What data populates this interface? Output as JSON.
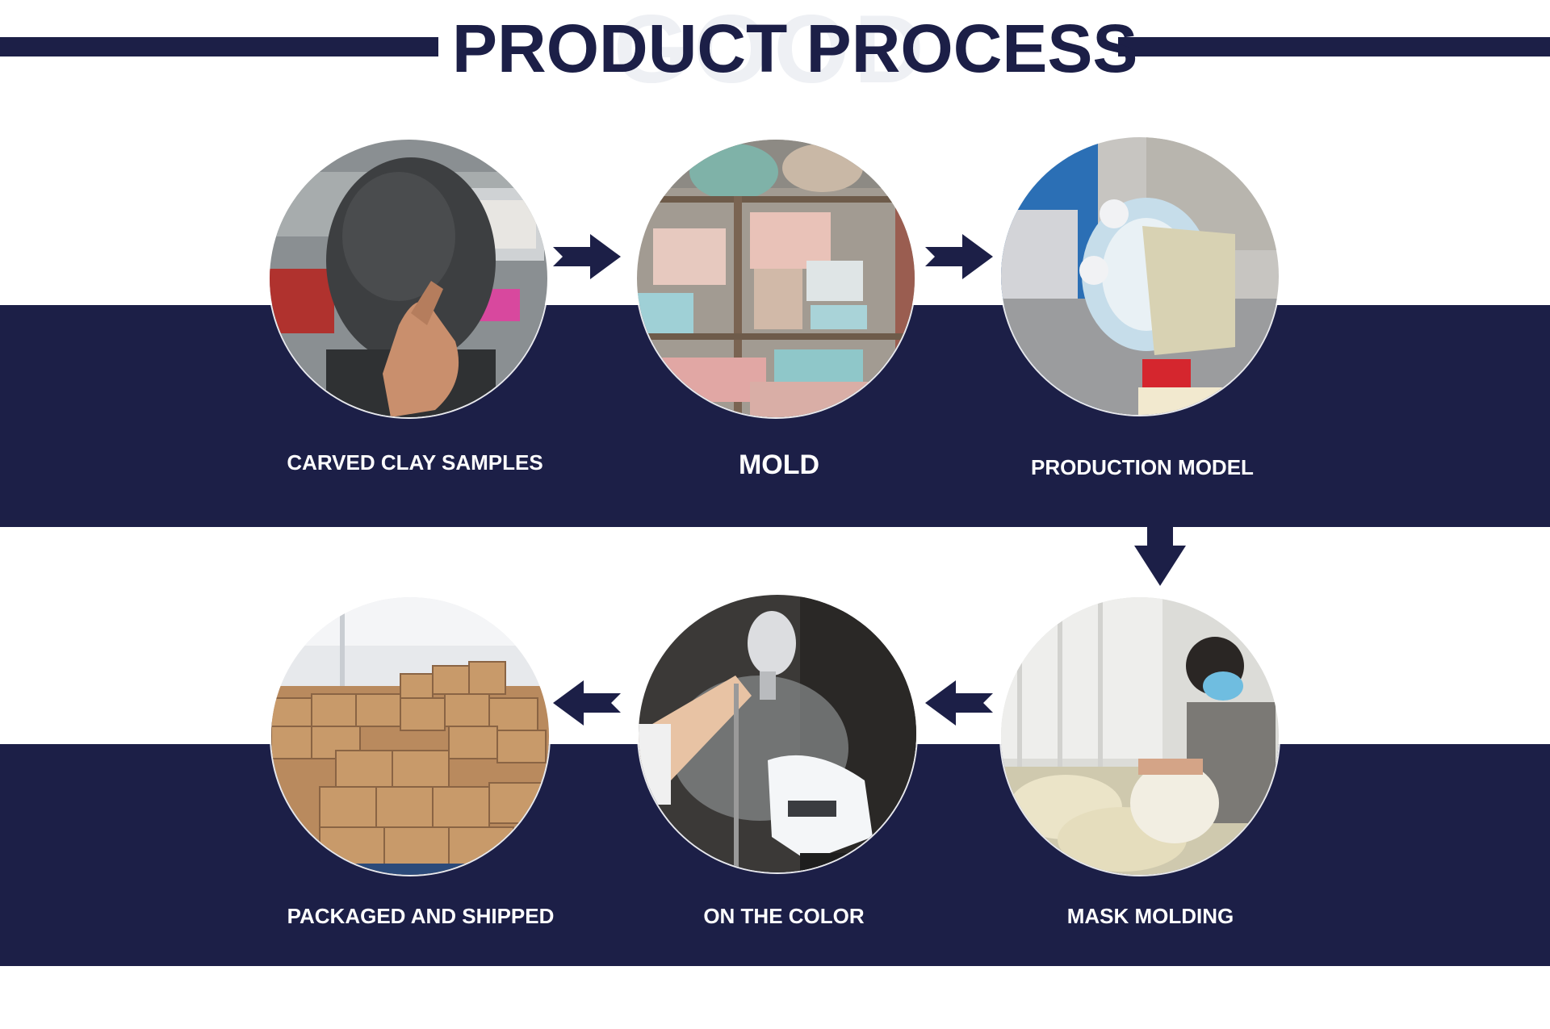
{
  "header": {
    "title": "PRODUCT PROCESS",
    "watermark": "GOOD"
  },
  "steps": [
    {
      "label": "CARVED CLAY SAMPLES",
      "image": "clay-head-photo"
    },
    {
      "label": "MOLD",
      "image": "mold-shelves-photo"
    },
    {
      "label": "PRODUCTION MODEL",
      "image": "production-model-photo"
    },
    {
      "label": "MASK MOLDING",
      "image": "mask-molding-photo"
    },
    {
      "label": "ON THE COLOR",
      "image": "spray-painting-photo"
    },
    {
      "label": "PACKAGED AND SHIPPED",
      "image": "shipping-boxes-photo"
    }
  ],
  "colors": {
    "navy": "#1c1f47",
    "white": "#ffffff",
    "watermark": "#eef0f4"
  },
  "arrows": [
    "right-arrow-icon",
    "right-arrow-icon",
    "down-arrow-icon",
    "left-arrow-icon",
    "left-arrow-icon"
  ]
}
